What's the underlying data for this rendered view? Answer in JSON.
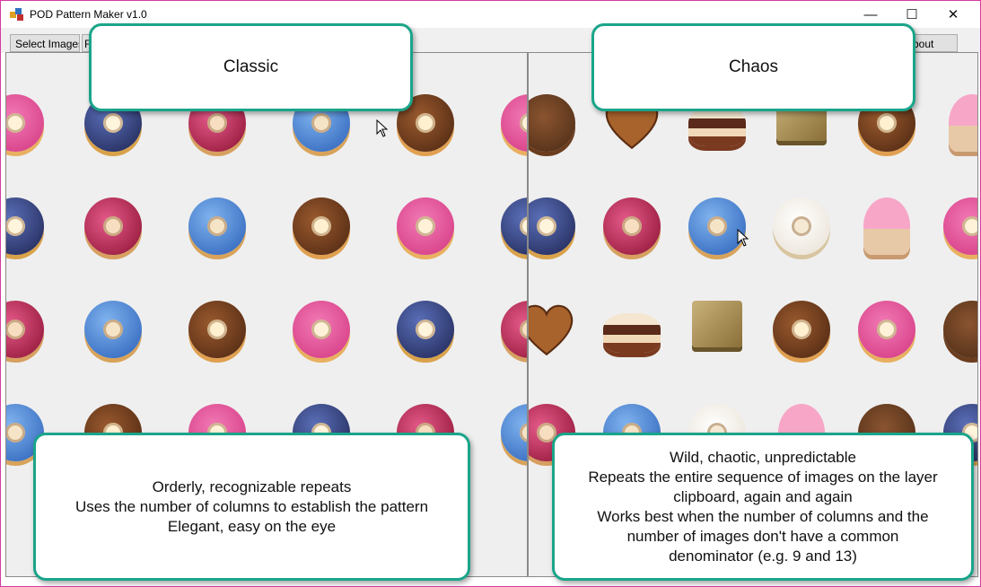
{
  "window": {
    "title": "POD Pattern Maker v1.0",
    "controls": {
      "minimize": "—",
      "maximize": "☐",
      "close": "✕"
    }
  },
  "toolbar": {
    "select_images_label": "Select Images",
    "hidden_left_label": "F",
    "about_label": "bout"
  },
  "callouts": {
    "classic_title": "Classic",
    "chaos_title": "Chaos",
    "classic_description": [
      "Orderly, recognizable repeats",
      "Uses the number of columns to establish the pattern",
      "Elegant, easy on the eye"
    ],
    "chaos_description": [
      "Wild, chaotic, unpredictable",
      "Repeats the entire sequence of images on the layer",
      "clipboard, again and again",
      "Works best when the number of columns and the",
      "number of images don't have a common",
      "denominator (e.g. 9 and 13)"
    ]
  },
  "colors": {
    "accent_border": "#1aa58a",
    "window_border": "#d43aa4",
    "panel_bg": "#efefef"
  },
  "patterns": {
    "classic_rows": [
      [
        "pink-donut",
        "galaxy-donut",
        "berry-donut",
        "blue-donut",
        "chocolate-donut",
        "pink-donut"
      ],
      [
        "galaxy-donut",
        "berry-donut",
        "blue-donut",
        "chocolate-donut",
        "pink-donut",
        "galaxy-donut"
      ],
      [
        "berry-donut",
        "blue-donut",
        "chocolate-donut",
        "pink-donut",
        "galaxy-donut",
        "berry-donut"
      ],
      [
        "blue-donut",
        "chocolate-donut",
        "pink-donut",
        "galaxy-donut",
        "berry-donut",
        "blue-donut"
      ]
    ],
    "chaos_rows": [
      [
        "sprinkle-cookie",
        "heart-waffle",
        "layer-cake",
        "gift-box",
        "chocolate-donut",
        "cupcake"
      ],
      [
        "galaxy-donut",
        "berry-donut",
        "blue-donut",
        "sprinkle-donut",
        "cupcake",
        "pink-donut"
      ],
      [
        "heart-waffle",
        "layer-cake",
        "gift-box",
        "chocolate-donut",
        "pink-donut",
        "sprinkle-cookie"
      ],
      [
        "berry-donut",
        "blue-donut",
        "sprinkle-donut",
        "cupcake",
        "sprinkle-cookie",
        "galaxy-donut"
      ]
    ]
  }
}
